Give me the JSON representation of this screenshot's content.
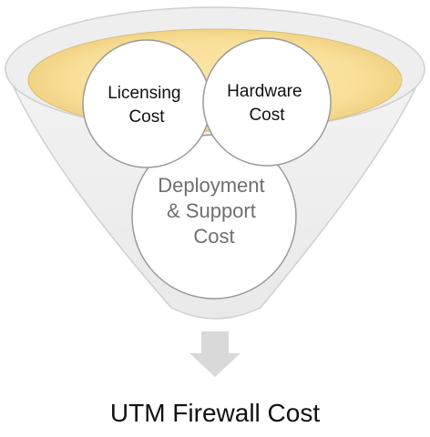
{
  "diagram": {
    "inputs": [
      {
        "id": "licensing",
        "lines": [
          "Licensing",
          "Cost"
        ]
      },
      {
        "id": "hardware",
        "lines": [
          "Hardware",
          "Cost"
        ]
      },
      {
        "id": "deployment",
        "lines": [
          "Deployment",
          "& Support",
          "Cost"
        ]
      }
    ],
    "output_label": "UTM Firewall Cost",
    "colors": {
      "funnel_fill": "#efefef",
      "funnel_stroke": "#cfcfcf",
      "rim_fill": "#fae4a1",
      "circle_fill": "#ffffff",
      "circle_stroke": "#9a9a9a",
      "dark_text": "#111111",
      "muted_text": "#6f6f6f",
      "arrow": "#d9d9d9"
    }
  }
}
